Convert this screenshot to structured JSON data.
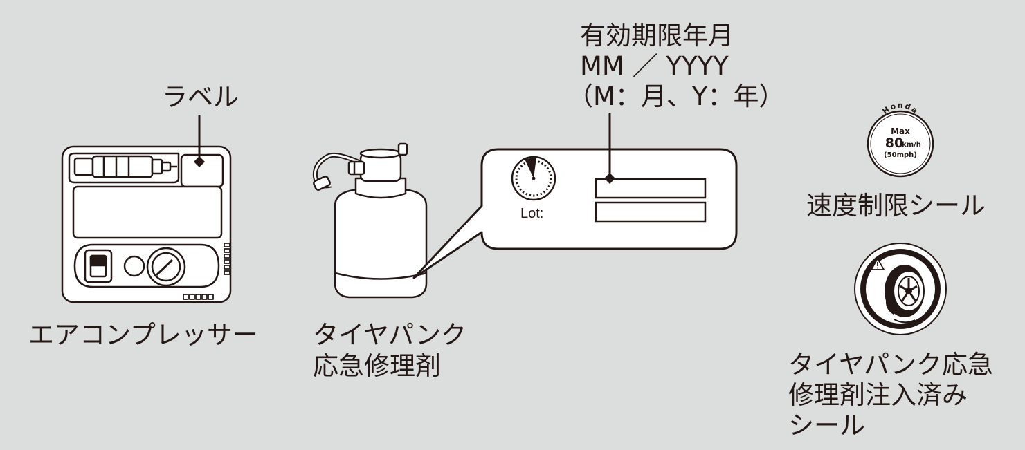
{
  "labels": {
    "label": "ラベル",
    "expiry_title": "有効期限年月",
    "expiry_format": "MM ／ YYYY",
    "expiry_legend": "（M：月、Y：年）",
    "compressor": "エアコンプレッサー",
    "repair_kit_line1": "タイヤパンク",
    "repair_kit_line2": "応急修理剤",
    "speed_seal": "速度制限シール",
    "injected_seal_line1": "タイヤパンク応急",
    "injected_seal_line2": "修理剤注入済み",
    "injected_seal_line3": "シール",
    "lot": "Lot:"
  },
  "speed_badge": {
    "brand": "Honda",
    "max": "Max",
    "speed": "80",
    "unit": "km/h",
    "mph": "(50mph)"
  },
  "icons": {
    "clock": "clock-dial-icon",
    "warning": "warning-triangle-icon",
    "wheel": "tire-wheel-icon"
  },
  "colors": {
    "background": "#dcdddd",
    "line": "#231815",
    "fill": "#ffffff"
  }
}
